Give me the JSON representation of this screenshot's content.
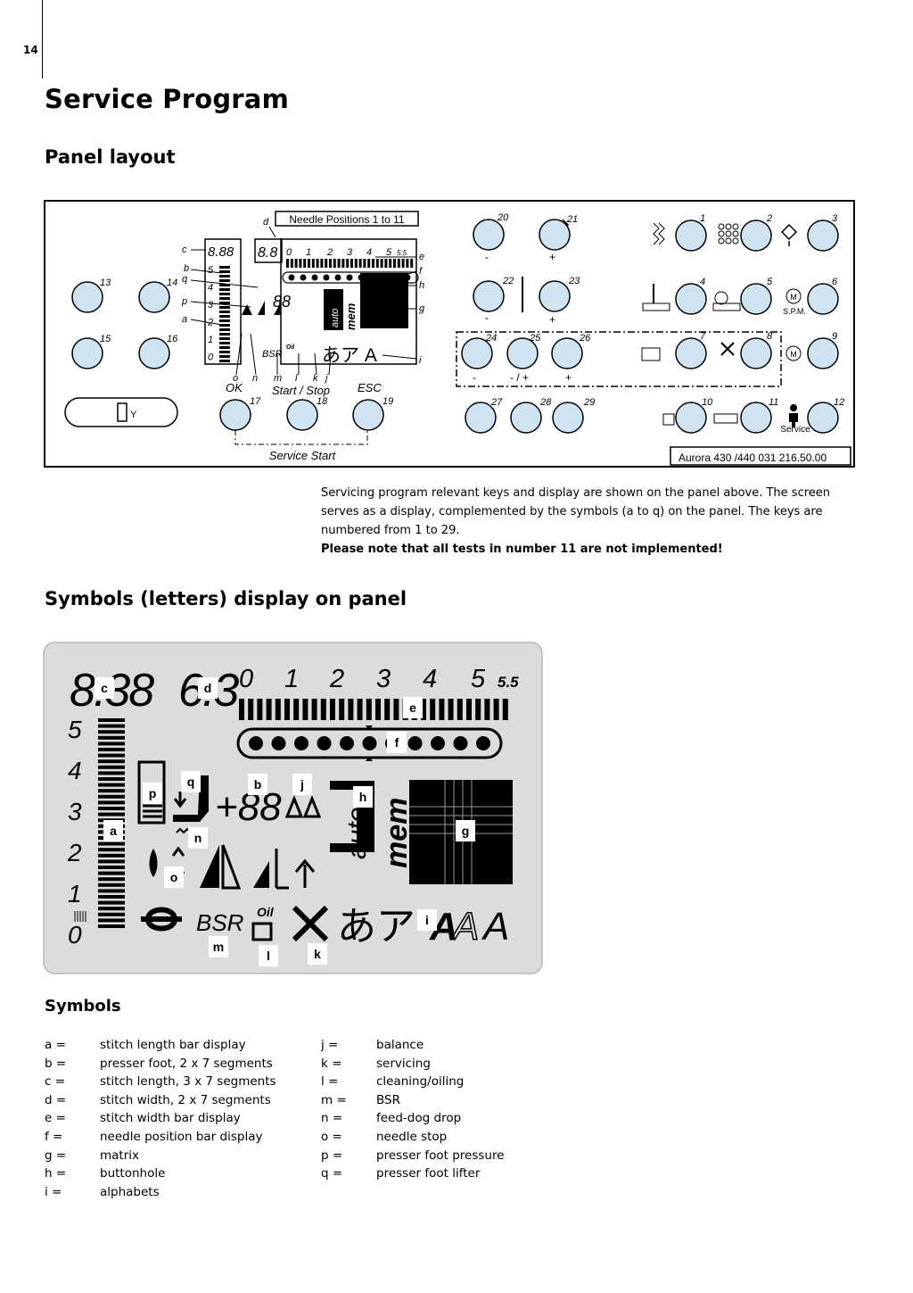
{
  "page_number": "14",
  "title": "Service Program",
  "section_panel": "Panel layout",
  "section_symbols_display": "Symbols (letters) display on panel",
  "section_symbols": "Symbols",
  "intro_text": "Servicing program relevant keys and display are shown on the panel above. The screen serves as a display, complemented by the symbols (a to q) on the panel. The keys are numbered from 1 to 29.",
  "intro_note": "Please note that all tests in number 11 are not implemented!",
  "panel": {
    "needle_positions_label": "Needle Positions 1 to 11",
    "width_scale": [
      "0",
      "1",
      "2",
      "3",
      "4",
      "5",
      "5.5"
    ],
    "length_scale": [
      "5",
      "4",
      "3",
      "2",
      "1",
      "0"
    ],
    "digits_length": "8.88",
    "digits_width": "8.8",
    "digits_foot": "88",
    "letter_labels": [
      "a",
      "b",
      "c",
      "d",
      "e",
      "f",
      "g",
      "h",
      "i",
      "j",
      "k",
      "l",
      "m",
      "n",
      "o",
      "p",
      "q"
    ],
    "key_numbers": [
      "1",
      "2",
      "3",
      "4",
      "5",
      "6",
      "7",
      "8",
      "9",
      "10",
      "11",
      "12",
      "13",
      "14",
      "15",
      "16",
      "17",
      "18",
      "19",
      "20",
      "21",
      "22",
      "23",
      "24",
      "25",
      "26",
      "27",
      "28",
      "29"
    ],
    "ok_label": "OK",
    "start_stop_label": "Start / Stop",
    "esc_label": "ESC",
    "service_start_label": "Service Start",
    "minus": "-",
    "plus": "+",
    "minus_plus": "- / +",
    "spm_label": "S.P.M.",
    "service_label": "Service",
    "model_label": "Aurora 430 /440   031 216.50.00",
    "knee_lifter_label": "Y",
    "auto": "auto",
    "mem": "mem",
    "bsr": "BSR",
    "oil": "Oil",
    "alphabets": "あア A"
  },
  "display": {
    "digits_length": "8.38",
    "digits_width": "6.3",
    "digits_foot": "+88",
    "width_scale": [
      "0",
      "1",
      "2",
      "3",
      "4",
      "5",
      "5.5"
    ],
    "length_scale": [
      "5",
      "4",
      "3",
      "2",
      "1",
      "0"
    ],
    "auto": "auto",
    "mem": "mem",
    "bsr": "BSR",
    "oil": "Oil",
    "alphabets": "あア",
    "alpha_roman": "A",
    "labels": [
      "a",
      "b",
      "c",
      "d",
      "e",
      "f",
      "g",
      "h",
      "i",
      "j",
      "k",
      "l",
      "m",
      "n",
      "o",
      "p",
      "q"
    ]
  },
  "symbols": [
    {
      "key": "a =",
      "value": "stitch length bar display"
    },
    {
      "key": "b =",
      "value": "presser foot, 2 x 7 segments"
    },
    {
      "key": "c =",
      "value": "stitch length, 3 x 7 segments"
    },
    {
      "key": "d =",
      "value": "stitch width, 2 x 7 segments"
    },
    {
      "key": "e =",
      "value": "stitch width bar display"
    },
    {
      "key": "f =",
      "value": "needle position bar display"
    },
    {
      "key": "g =",
      "value": "matrix"
    },
    {
      "key": "h =",
      "value": "buttonhole"
    },
    {
      "key": "i =",
      "value": "alphabets"
    },
    {
      "key": "j =",
      "value": "balance"
    },
    {
      "key": "k =",
      "value": "servicing"
    },
    {
      "key": "l =",
      "value": "cleaning/oiling"
    },
    {
      "key": "m =",
      "value": "BSR"
    },
    {
      "key": "n =",
      "value": "feed-dog drop"
    },
    {
      "key": "o =",
      "value": "needle stop"
    },
    {
      "key": "p =",
      "value": "presser foot pressure"
    },
    {
      "key": "q =",
      "value": "presser foot lifter"
    }
  ],
  "colors": {
    "key_fill": "#cfe3f0",
    "display_bg": "#dcdcdc"
  }
}
